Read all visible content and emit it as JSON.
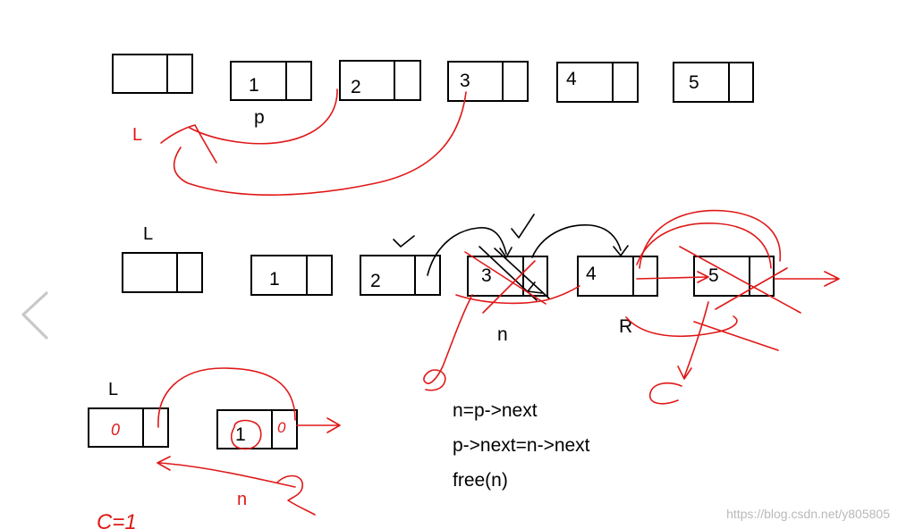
{
  "row1": {
    "node_labels": [
      "",
      "1",
      "2",
      "3",
      "4",
      "5"
    ],
    "pointer_label": "p",
    "head_label": "L"
  },
  "row2": {
    "head_label": "L",
    "node_labels": [
      "",
      "1",
      "2",
      "3",
      "4",
      "5"
    ],
    "n_label": "n",
    "r_label": "R"
  },
  "row3": {
    "head_label": "L",
    "node0_value": "0",
    "node1_value": "1",
    "node1_next": "0",
    "n_label": "n",
    "bottom_note": "C=1"
  },
  "code_lines": [
    "n=p->next",
    "p->next=n->next",
    "free(n)"
  ],
  "watermark": "https://blog.csdn.net/y805805",
  "colors": {
    "ink": "#000000",
    "red_ink": "#e01818",
    "watermark": "#b9b9b9",
    "nav_arrow": "#c8c8c8"
  },
  "nav": {
    "prev_icon": "chevron-left-icon"
  }
}
